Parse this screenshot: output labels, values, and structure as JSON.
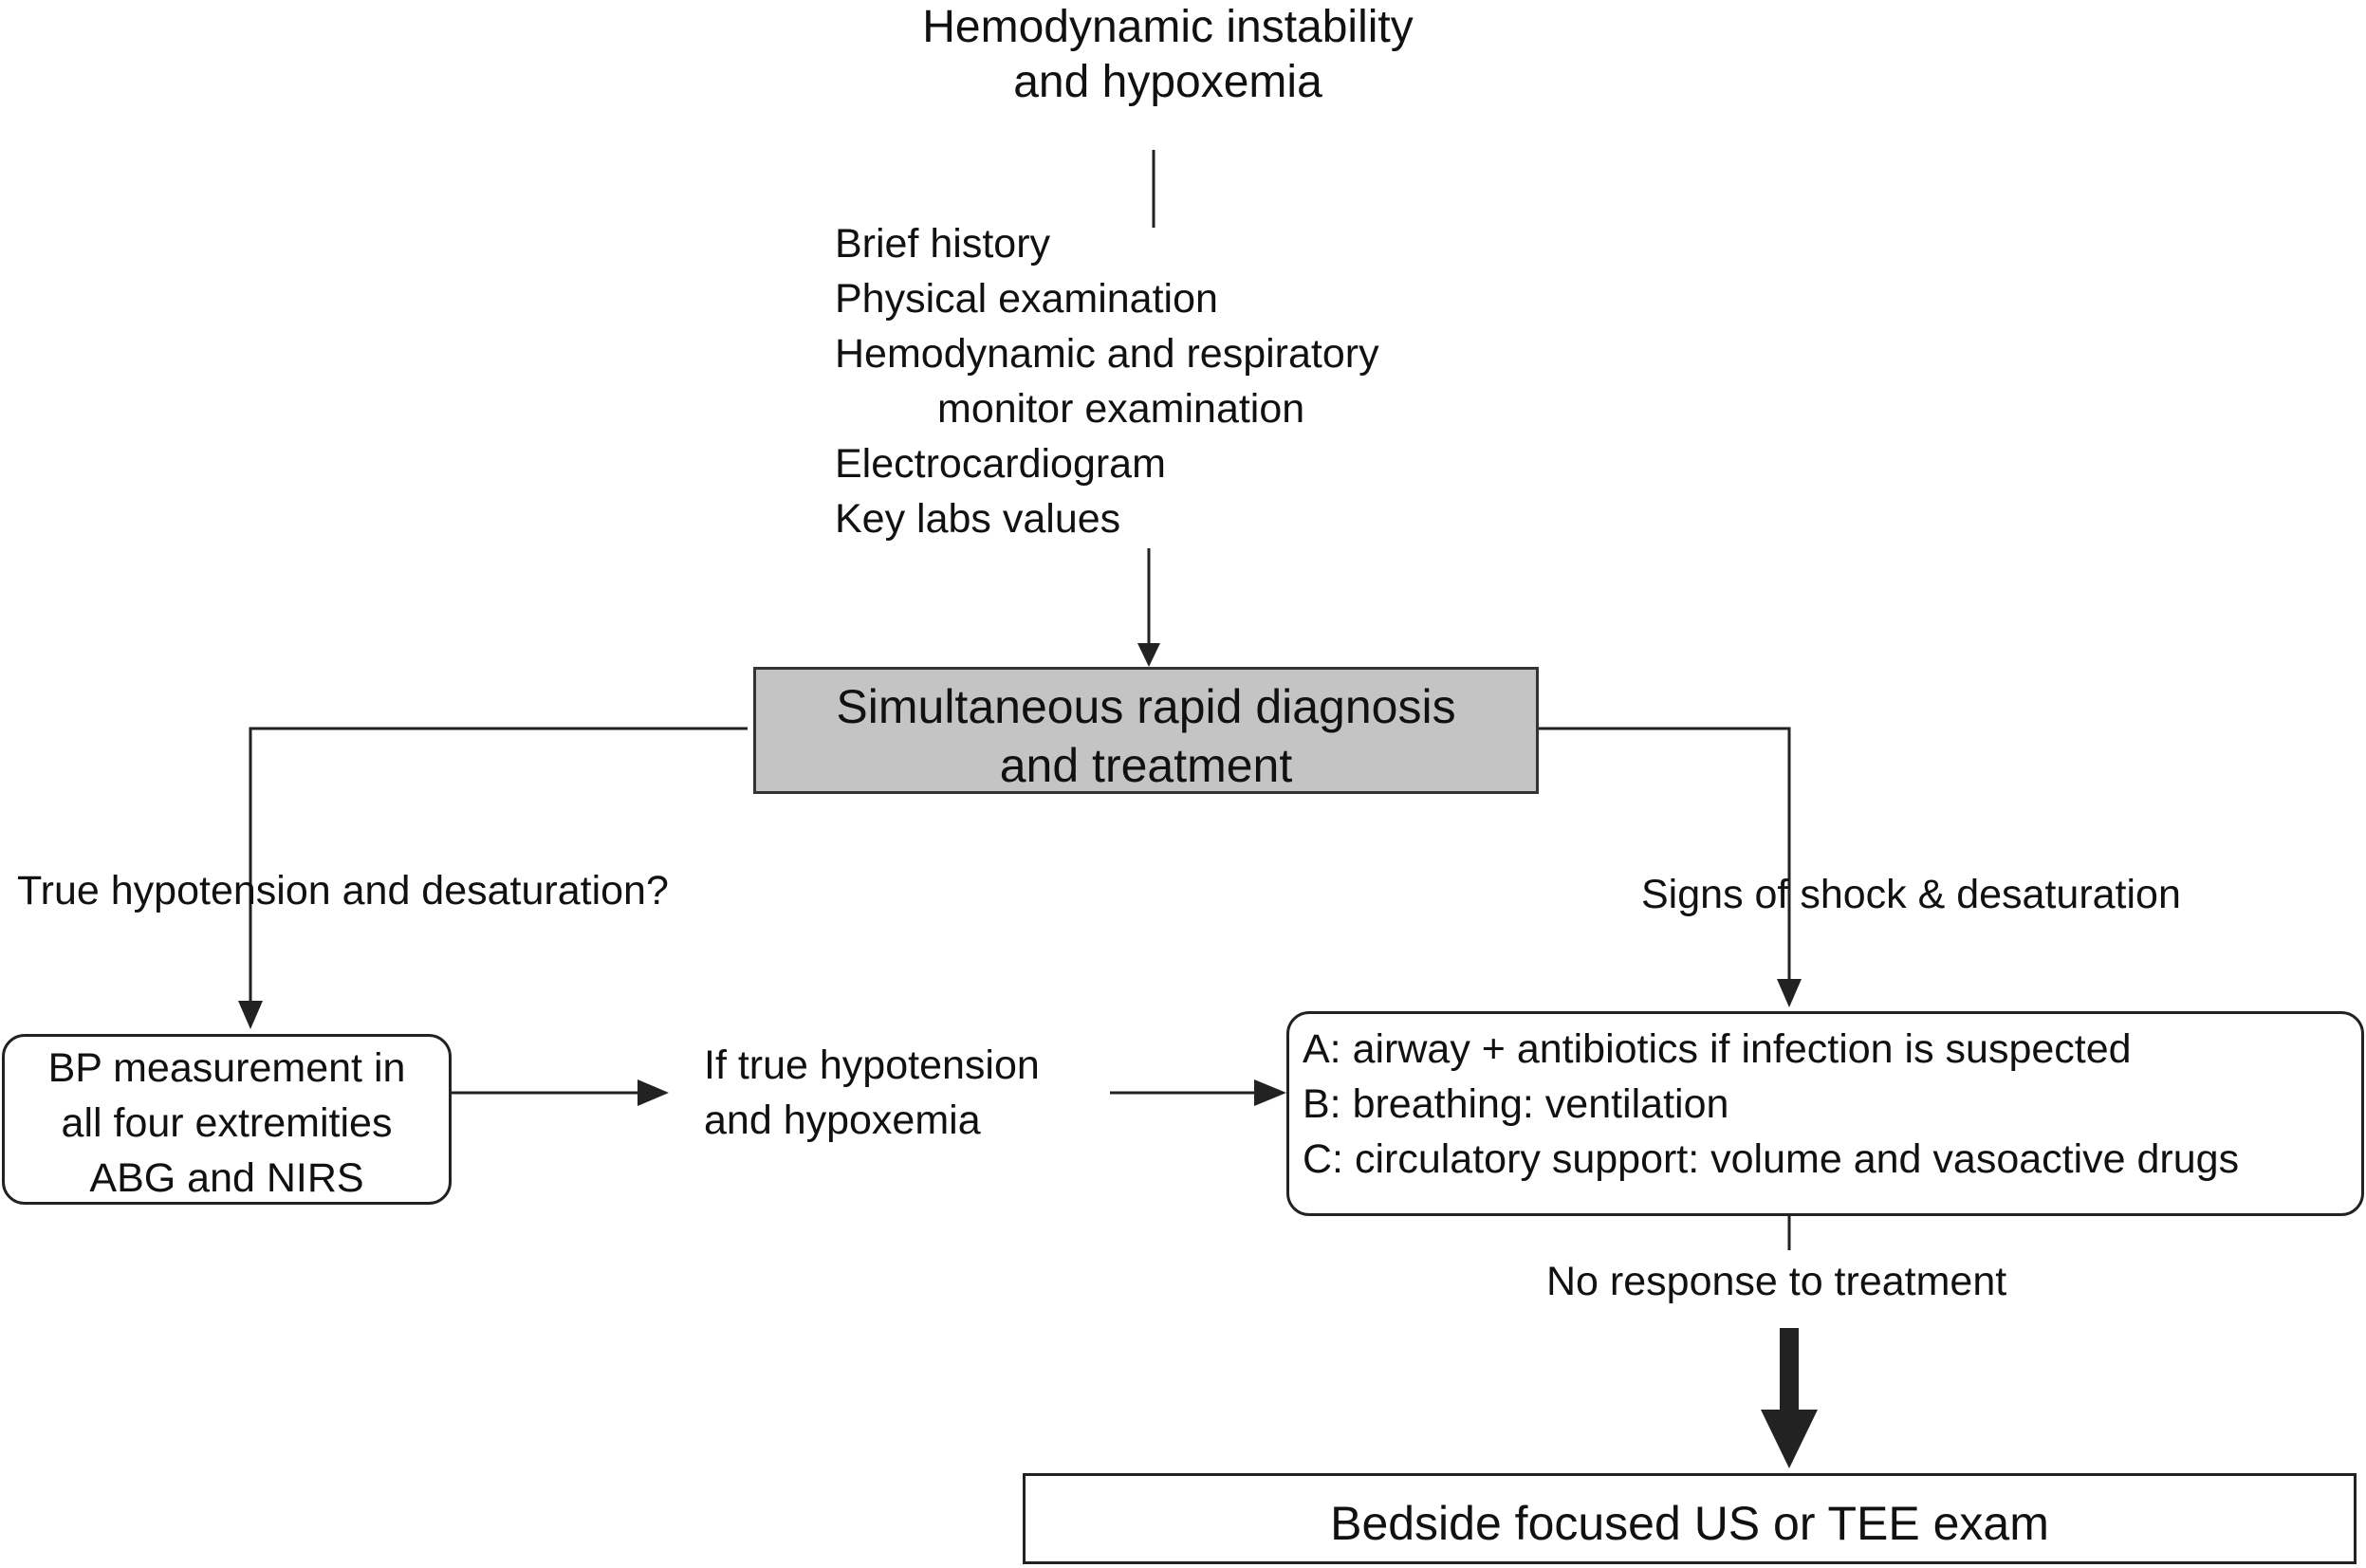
{
  "top": {
    "title_line1": "Hemodynamic instability",
    "title_line2": "and hypoxemia"
  },
  "assessment": {
    "items": [
      "Brief history",
      "Physical examination",
      "Hemodynamic and respiratory",
      "monitor examination",
      "Electrocardiogram",
      "Key labs values"
    ]
  },
  "central_box": {
    "line1": "Simultaneous rapid diagnosis",
    "line2": "and treatment"
  },
  "left_branch": {
    "label": "True hypotension and desaturation?",
    "box_line1": "BP measurement in",
    "box_line2": "all four extremities",
    "box_line3": "ABG and NIRS"
  },
  "middle": {
    "label_line1": "If true hypotension",
    "label_line2": "and hypoxemia"
  },
  "right_branch": {
    "label": "Signs of shock & desaturation",
    "abc_a": "A: airway + antibiotics if infection is suspected",
    "abc_b": "B: breathing: ventilation",
    "abc_c": "C: circulatory support: volume and vasoactive drugs"
  },
  "bottom": {
    "no_response": "No response to treatment",
    "final_box": "Bedside focused US or TEE exam"
  },
  "colors": {
    "line": "#222222",
    "central_box_fill": "#c4c4c4"
  }
}
